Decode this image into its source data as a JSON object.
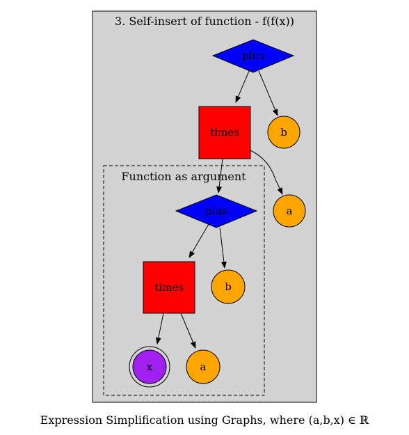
{
  "caption": "Expression Simplification using Graphs, where (a,b,x) ∈ ℝ",
  "outer_cluster": {
    "label": "3. Self-insert of function - f(f(x))",
    "fill": "#d3d3d3"
  },
  "inner_cluster": {
    "label": "Function as argument",
    "border": "dashed"
  },
  "colors": {
    "plus": "#0000ff",
    "times": "#ff0000",
    "variable": "#ffa500",
    "x": "#a020f0",
    "edge": "#000000"
  },
  "nodes": {
    "plus_outer": {
      "label": "plus",
      "shape": "diamond"
    },
    "times_outer": {
      "label": "times",
      "shape": "square"
    },
    "b_outer": {
      "label": "b",
      "shape": "circle"
    },
    "a_outer": {
      "label": "a",
      "shape": "circle"
    },
    "plus_inner": {
      "label": "plus",
      "shape": "diamond"
    },
    "times_inner": {
      "label": "times",
      "shape": "square"
    },
    "b_inner": {
      "label": "b",
      "shape": "circle"
    },
    "x_inner": {
      "label": "x",
      "shape": "doublecircle"
    },
    "a_inner": {
      "label": "a",
      "shape": "circle"
    }
  },
  "edges": [
    {
      "from": "plus_outer",
      "to": "times_outer"
    },
    {
      "from": "plus_outer",
      "to": "b_outer"
    },
    {
      "from": "times_outer",
      "to": "plus_inner"
    },
    {
      "from": "times_outer",
      "to": "a_outer"
    },
    {
      "from": "plus_inner",
      "to": "times_inner"
    },
    {
      "from": "plus_inner",
      "to": "b_inner"
    },
    {
      "from": "times_inner",
      "to": "x_inner"
    },
    {
      "from": "times_inner",
      "to": "a_inner"
    }
  ]
}
